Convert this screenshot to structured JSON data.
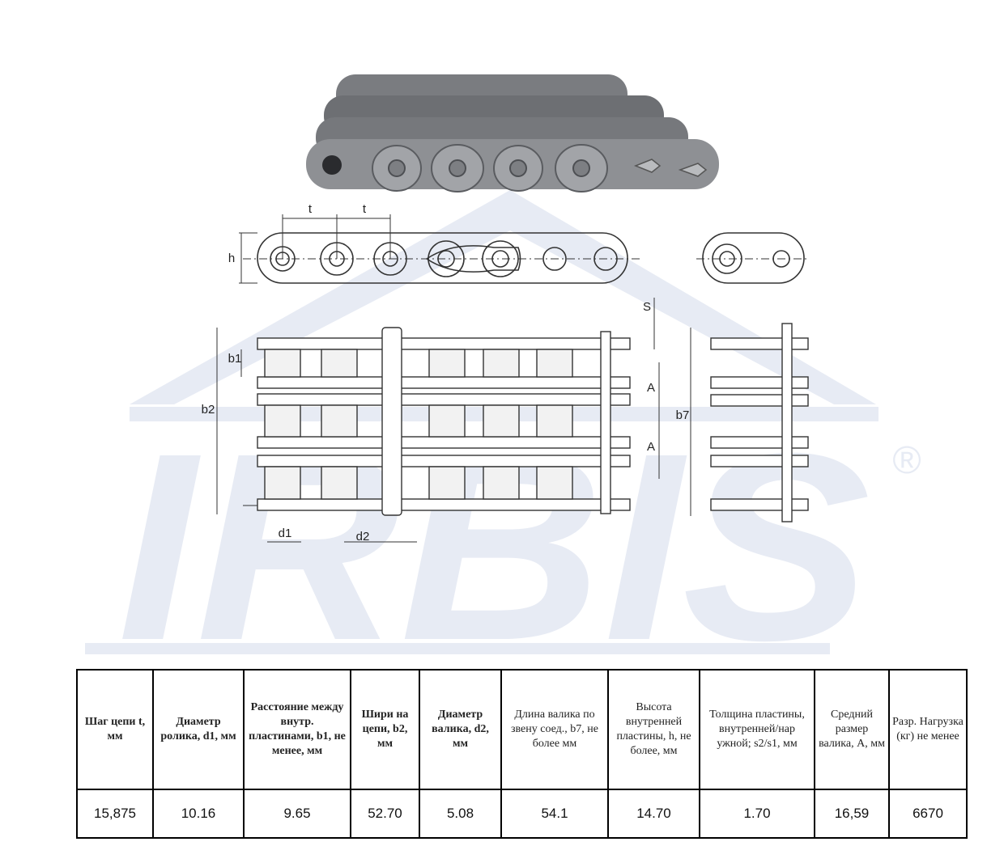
{
  "brand": {
    "logo_text": "IRBIS",
    "registered_mark": "®"
  },
  "diagram_labels": {
    "pitch_1": "t",
    "pitch_2": "t",
    "height": "h",
    "thickness": "S",
    "inner_width": "b1",
    "width": "b2",
    "center_distance_1": "A",
    "center_distance_2": "A",
    "pin_length": "b7",
    "roller_diameter": "d1",
    "pin_diameter": "d2"
  },
  "table": {
    "headers": [
      "Шаг цепи t, мм",
      "Диаметр ролика, d1, мм",
      "Расстояние между внутр. пластинами, b1, не менее, мм",
      "Шири на цепи, b2, мм",
      "Диаметр валика, d2, мм",
      "Длина валика по звену соед., b7, не более мм",
      "Высота внутренней пластины, h, не более, мм",
      "Толщина пластины, внутренней/нар ужной; s2/s1, мм",
      "Средний размер валика, A, мм",
      "Разр. Нагрузка (кг) не менее"
    ],
    "values": [
      "15,875",
      "10.16",
      "9.65",
      "52.70",
      "5.08",
      "54.1",
      "14.70",
      "1.70",
      "16,59",
      "6670"
    ]
  }
}
